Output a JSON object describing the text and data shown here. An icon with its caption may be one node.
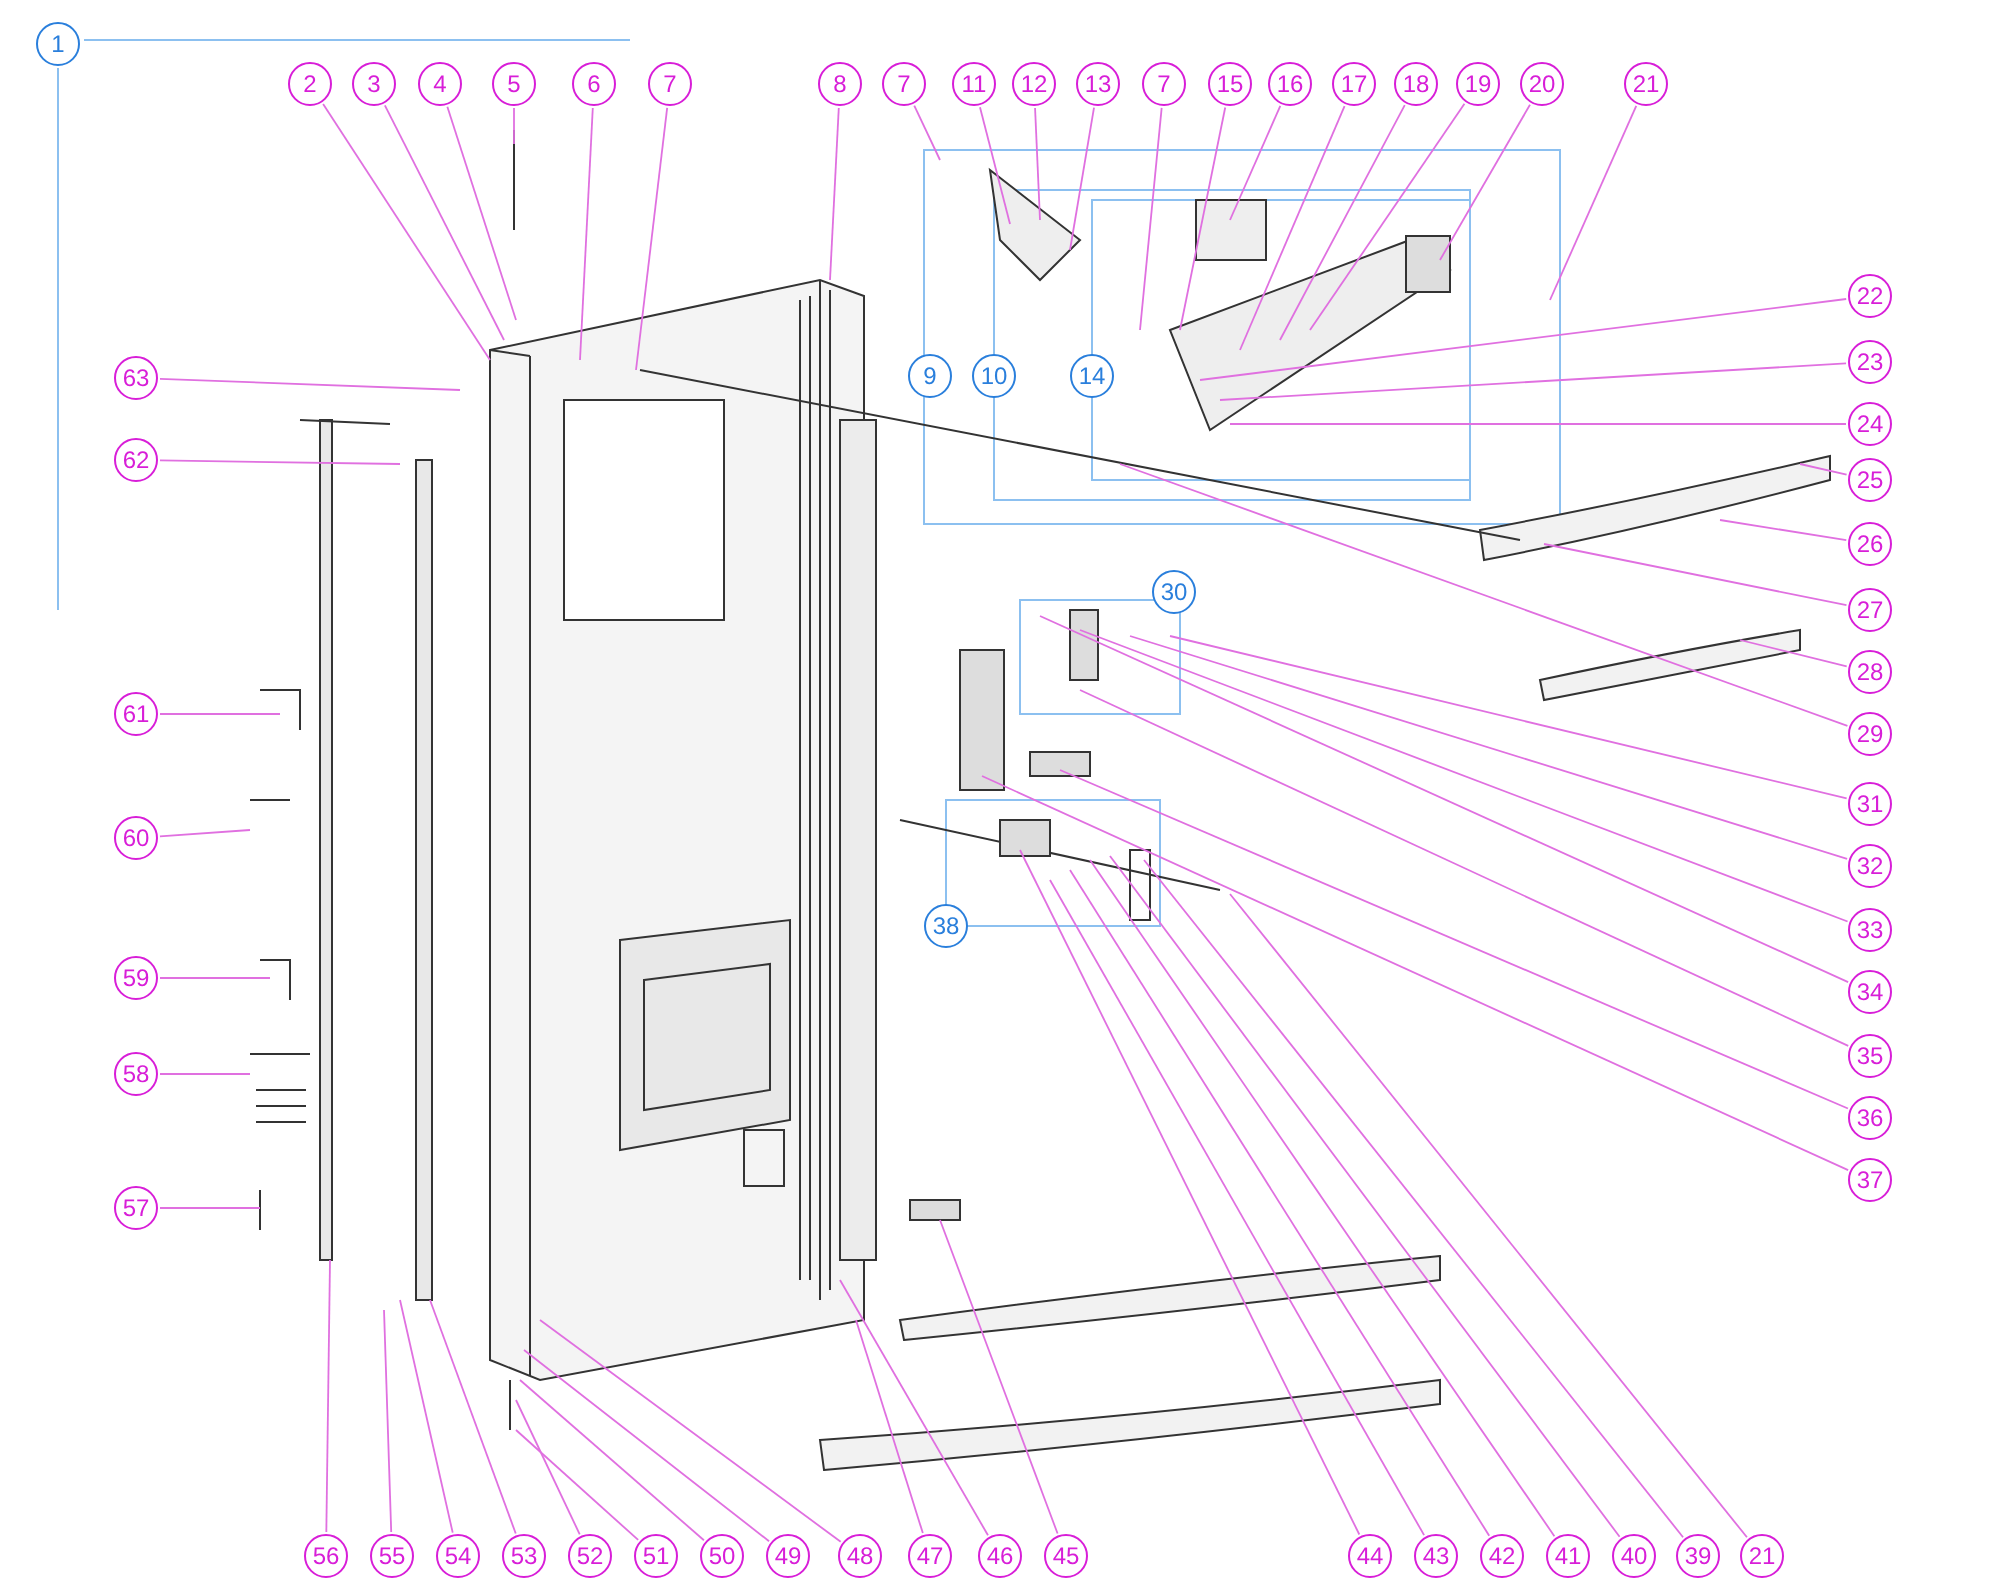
{
  "diagram": {
    "nodes": [
      {
        "text": [
          "2"
        ]
      },
      {
        "text": [
          "3"
        ]
      },
      {
        "text": [
          "4"
        ]
      },
      {
        "text": [
          "5"
        ]
      },
      {
        "text": [
          "6"
        ]
      },
      {
        "text": [
          "7"
        ]
      },
      {
        "text": [
          "8"
        ]
      },
      {
        "text": [
          "7"
        ]
      },
      {
        "text": [
          "11"
        ]
      },
      {
        "text": [
          "12"
        ]
      },
      {
        "text": [
          "13"
        ]
      },
      {
        "text": [
          "7"
        ]
      },
      {
        "text": [
          "15"
        ]
      },
      {
        "text": [
          "16"
        ]
      },
      {
        "text": [
          "17"
        ]
      },
      {
        "text": [
          "18"
        ]
      },
      {
        "text": [
          "19"
        ]
      },
      {
        "text": [
          "20"
        ]
      },
      {
        "text": [
          "21"
        ]
      },
      {
        "text": [
          "63"
        ]
      },
      {
        "text": [
          "62"
        ]
      },
      {
        "text": [
          "61"
        ]
      },
      {
        "text": [
          "60"
        ]
      },
      {
        "text": [
          "59"
        ]
      },
      {
        "text": [
          "58"
        ]
      },
      {
        "text": [
          "57"
        ]
      },
      {
        "text": [
          "22"
        ]
      },
      {
        "text": [
          "23"
        ]
      },
      {
        "text": [
          "24"
        ]
      },
      {
        "text": [
          "25"
        ]
      },
      {
        "text": [
          "26"
        ]
      },
      {
        "text": [
          "27"
        ]
      },
      {
        "text": [
          "28"
        ]
      },
      {
        "text": [
          "29"
        ]
      },
      {
        "text": [
          "31"
        ]
      },
      {
        "text": [
          "32"
        ]
      },
      {
        "text": [
          "33"
        ]
      },
      {
        "text": [
          "34"
        ]
      },
      {
        "text": [
          "35"
        ]
      },
      {
        "text": [
          "36"
        ]
      },
      {
        "text": [
          "37"
        ]
      },
      {
        "text": [
          "56"
        ]
      },
      {
        "text": [
          "55"
        ]
      },
      {
        "text": [
          "54"
        ]
      },
      {
        "text": [
          "53"
        ]
      },
      {
        "text": [
          "52"
        ]
      },
      {
        "text": [
          "51"
        ]
      },
      {
        "text": [
          "50"
        ]
      },
      {
        "text": [
          "49"
        ]
      },
      {
        "text": [
          "48"
        ]
      },
      {
        "text": [
          "47"
        ]
      },
      {
        "text": [
          "46"
        ]
      },
      {
        "text": [
          "45"
        ]
      },
      {
        "text": [
          "44"
        ]
      },
      {
        "text": [
          "43"
        ]
      },
      {
        "text": [
          "42"
        ]
      },
      {
        "text": [
          "41"
        ]
      },
      {
        "text": [
          "40"
        ]
      },
      {
        "text": [
          "39"
        ]
      },
      {
        "text": [
          "21"
        ]
      }
    ],
    "edges": [
      {
        "from": 0,
        "to": null,
        "arrow": "none"
      },
      {
        "from": 1,
        "to": null,
        "arrow": "none"
      },
      {
        "from": 2,
        "to": null,
        "arrow": "none"
      },
      {
        "from": 3,
        "to": null,
        "arrow": "none"
      },
      {
        "from": 4,
        "to": null,
        "arrow": "none"
      },
      {
        "from": 5,
        "to": null,
        "arrow": "none"
      },
      {
        "from": 6,
        "to": null,
        "arrow": "none"
      },
      {
        "from": 7,
        "to": null,
        "arrow": "none"
      },
      {
        "from": 8,
        "to": null,
        "arrow": "none"
      },
      {
        "from": 9,
        "to": null,
        "arrow": "none"
      },
      {
        "from": 10,
        "to": null,
        "arrow": "none"
      },
      {
        "from": 11,
        "to": null,
        "arrow": "none"
      },
      {
        "from": 12,
        "to": null,
        "arrow": "none"
      },
      {
        "from": 13,
        "to": null,
        "arrow": "none"
      },
      {
        "from": 14,
        "to": null,
        "arrow": "none"
      },
      {
        "from": 15,
        "to": null,
        "arrow": "none"
      },
      {
        "from": 16,
        "to": null,
        "arrow": "none"
      },
      {
        "from": 17,
        "to": null,
        "arrow": "none"
      },
      {
        "from": 18,
        "to": null,
        "arrow": "none"
      },
      {
        "from": 19,
        "to": null,
        "arrow": "none"
      },
      {
        "from": 20,
        "to": null,
        "arrow": "none"
      },
      {
        "from": 21,
        "to": null,
        "arrow": "none"
      },
      {
        "from": 22,
        "to": null,
        "arrow": "none"
      },
      {
        "from": 23,
        "to": null,
        "arrow": "none"
      },
      {
        "from": 24,
        "to": null,
        "arrow": "none"
      },
      {
        "from": 25,
        "to": null,
        "arrow": "none"
      },
      {
        "from": 26,
        "to": null,
        "arrow": "none"
      },
      {
        "from": 27,
        "to": null,
        "arrow": "none"
      },
      {
        "from": 28,
        "to": null,
        "arrow": "none"
      },
      {
        "from": 29,
        "to": null,
        "arrow": "none"
      },
      {
        "from": 30,
        "to": null,
        "arrow": "none"
      },
      {
        "from": 31,
        "to": null,
        "arrow": "none"
      },
      {
        "from": 32,
        "to": null,
        "arrow": "none"
      },
      {
        "from": 33,
        "to": null,
        "arrow": "none"
      },
      {
        "from": 34,
        "to": null,
        "arrow": "none"
      },
      {
        "from": 35,
        "to": null,
        "arrow": "none"
      },
      {
        "from": 36,
        "to": null,
        "arrow": "none"
      },
      {
        "from": 37,
        "to": null,
        "arrow": "none"
      },
      {
        "from": 38,
        "to": null,
        "arrow": "none"
      },
      {
        "from": 39,
        "to": null,
        "arrow": "none"
      },
      {
        "from": 40,
        "to": null,
        "arrow": "none"
      },
      {
        "from": 41,
        "to": null,
        "arrow": "none"
      },
      {
        "from": 42,
        "to": null,
        "arrow": "none"
      },
      {
        "from": 43,
        "to": null,
        "arrow": "none"
      },
      {
        "from": 44,
        "to": null,
        "arrow": "none"
      },
      {
        "from": 45,
        "to": null,
        "arrow": "none"
      },
      {
        "from": 46,
        "to": null,
        "arrow": "none"
      },
      {
        "from": 47,
        "to": null,
        "arrow": "none"
      },
      {
        "from": 48,
        "to": null,
        "arrow": "none"
      },
      {
        "from": 49,
        "to": null,
        "arrow": "none"
      },
      {
        "from": 50,
        "to": null,
        "arrow": "none"
      },
      {
        "from": 51,
        "to": null,
        "arrow": "none"
      },
      {
        "from": 52,
        "to": null,
        "arrow": "none"
      },
      {
        "from": 53,
        "to": null,
        "arrow": "none"
      },
      {
        "from": 54,
        "to": null,
        "arrow": "none"
      },
      {
        "from": 55,
        "to": null,
        "arrow": "none"
      },
      {
        "from": 56,
        "to": null,
        "arrow": "none"
      },
      {
        "from": 57,
        "to": null,
        "arrow": "none"
      },
      {
        "from": 58,
        "to": null,
        "arrow": "none"
      },
      {
        "from": 59,
        "to": null,
        "arrow": "none"
      }
    ],
    "labels": [
      "1",
      "9",
      "10",
      "14",
      "30",
      "38"
    ]
  }
}
